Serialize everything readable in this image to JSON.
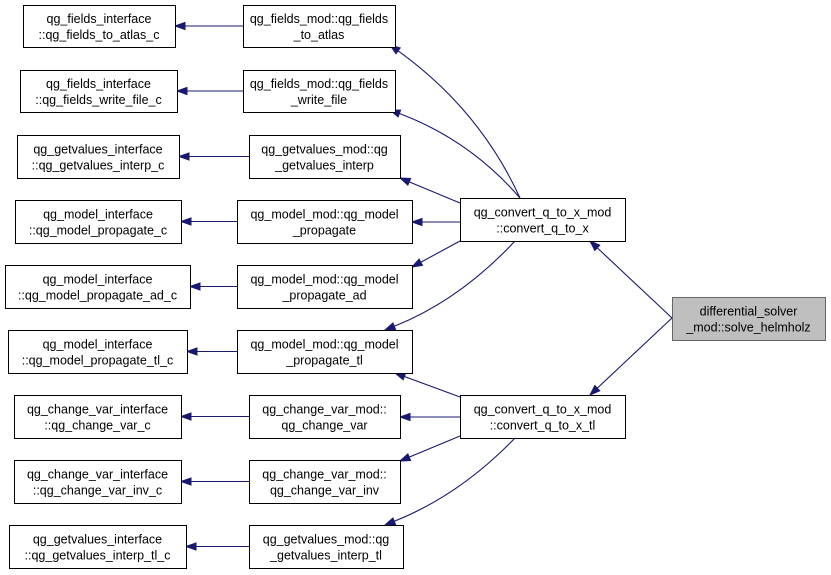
{
  "diagram": {
    "colors": {
      "edge": "#191970",
      "node_border": "#000000",
      "root_fill": "#bfbfbf",
      "root_border": "#666666"
    },
    "nodes": {
      "differential_solver": {
        "lines": [
          "differential_solver",
          "_mod::solve_helmholz"
        ]
      },
      "convert_q_to_x": {
        "lines": [
          "qg_convert_q_to_x_mod",
          "::convert_q_to_x"
        ]
      },
      "convert_q_to_x_tl": {
        "lines": [
          "qg_convert_q_to_x_mod",
          "::convert_q_to_x_tl"
        ]
      },
      "fields_to_atlas_mod": {
        "lines": [
          "qg_fields_mod::qg_fields",
          "_to_atlas"
        ]
      },
      "fields_write_file_mod": {
        "lines": [
          "qg_fields_mod::qg_fields",
          "_write_file"
        ]
      },
      "getvalues_interp_mod": {
        "lines": [
          "qg_getvalues_mod::qg",
          "_getvalues_interp"
        ]
      },
      "model_propagate_mod": {
        "lines": [
          "qg_model_mod::qg_model",
          "_propagate"
        ]
      },
      "model_propagate_ad_mod": {
        "lines": [
          "qg_model_mod::qg_model",
          "_propagate_ad"
        ]
      },
      "model_propagate_tl_mod": {
        "lines": [
          "qg_model_mod::qg_model",
          "_propagate_tl"
        ]
      },
      "change_var_mod": {
        "lines": [
          "qg_change_var_mod::",
          "qg_change_var"
        ]
      },
      "change_var_inv_mod": {
        "lines": [
          "qg_change_var_mod::",
          "qg_change_var_inv"
        ]
      },
      "getvalues_interp_tl_mod": {
        "lines": [
          "qg_getvalues_mod::qg",
          "_getvalues_interp_tl"
        ]
      },
      "fields_to_atlas_c": {
        "lines": [
          "qg_fields_interface",
          "::qg_fields_to_atlas_c"
        ]
      },
      "fields_write_file_c": {
        "lines": [
          "qg_fields_interface",
          "::qg_fields_write_file_c"
        ]
      },
      "getvalues_interp_c": {
        "lines": [
          "qg_getvalues_interface",
          "::qg_getvalues_interp_c"
        ]
      },
      "model_propagate_c": {
        "lines": [
          "qg_model_interface",
          "::qg_model_propagate_c"
        ]
      },
      "model_propagate_ad_c": {
        "lines": [
          "qg_model_interface",
          "::qg_model_propagate_ad_c"
        ]
      },
      "model_propagate_tl_c": {
        "lines": [
          "qg_model_interface",
          "::qg_model_propagate_tl_c"
        ]
      },
      "change_var_c": {
        "lines": [
          "qg_change_var_interface",
          "::qg_change_var_c"
        ]
      },
      "change_var_inv_c": {
        "lines": [
          "qg_change_var_interface",
          "::qg_change_var_inv_c"
        ]
      },
      "getvalues_interp_tl_c": {
        "lines": [
          "qg_getvalues_interface",
          "::qg_getvalues_interp_tl_c"
        ]
      }
    },
    "edges": [
      {
        "from": "differential_solver",
        "to": "convert_q_to_x"
      },
      {
        "from": "differential_solver",
        "to": "convert_q_to_x_tl"
      },
      {
        "from": "convert_q_to_x",
        "to": "fields_to_atlas_mod"
      },
      {
        "from": "convert_q_to_x",
        "to": "fields_write_file_mod"
      },
      {
        "from": "convert_q_to_x",
        "to": "getvalues_interp_mod"
      },
      {
        "from": "convert_q_to_x",
        "to": "model_propagate_mod"
      },
      {
        "from": "convert_q_to_x",
        "to": "model_propagate_ad_mod"
      },
      {
        "from": "convert_q_to_x",
        "to": "model_propagate_tl_mod"
      },
      {
        "from": "convert_q_to_x_tl",
        "to": "model_propagate_tl_mod"
      },
      {
        "from": "convert_q_to_x_tl",
        "to": "change_var_mod"
      },
      {
        "from": "convert_q_to_x_tl",
        "to": "change_var_inv_mod"
      },
      {
        "from": "convert_q_to_x_tl",
        "to": "getvalues_interp_tl_mod"
      },
      {
        "from": "fields_to_atlas_mod",
        "to": "fields_to_atlas_c"
      },
      {
        "from": "fields_write_file_mod",
        "to": "fields_write_file_c"
      },
      {
        "from": "getvalues_interp_mod",
        "to": "getvalues_interp_c"
      },
      {
        "from": "model_propagate_mod",
        "to": "model_propagate_c"
      },
      {
        "from": "model_propagate_ad_mod",
        "to": "model_propagate_ad_c"
      },
      {
        "from": "model_propagate_tl_mod",
        "to": "model_propagate_tl_c"
      },
      {
        "from": "change_var_mod",
        "to": "change_var_c"
      },
      {
        "from": "change_var_inv_mod",
        "to": "change_var_inv_c"
      },
      {
        "from": "getvalues_interp_tl_mod",
        "to": "getvalues_interp_tl_c"
      }
    ]
  }
}
